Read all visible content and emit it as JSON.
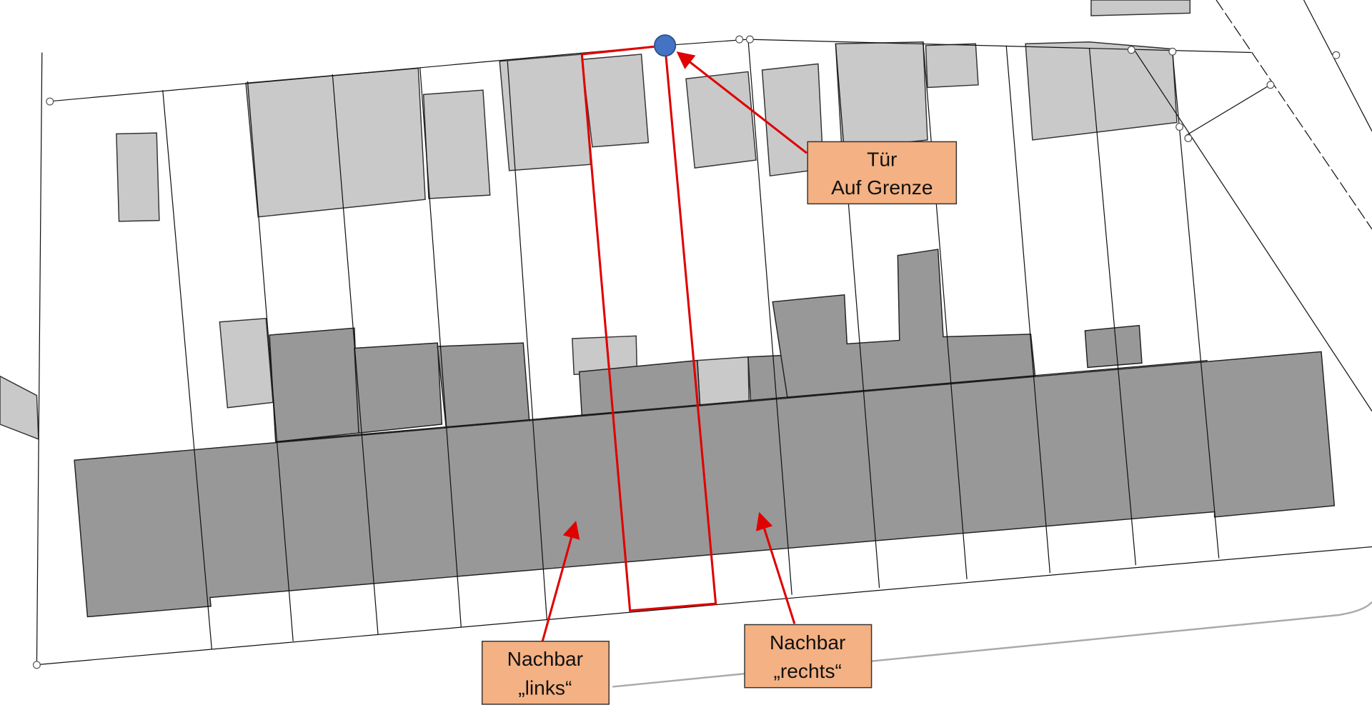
{
  "map": {
    "labels": {
      "door": {
        "line1": "Tür",
        "line2": "Auf Grenze"
      },
      "neighbor_left": {
        "line1": "Nachbar",
        "line2": "„links“"
      },
      "neighbor_right": {
        "line1": "Nachbar",
        "line2": "„rechts“"
      }
    },
    "colors": {
      "highlight_parcel": "#e00000",
      "door_marker": "#4472c4",
      "label_fill": "#f4b183",
      "main_building": "#989898",
      "secondary_building": "#c9c9c9"
    }
  }
}
